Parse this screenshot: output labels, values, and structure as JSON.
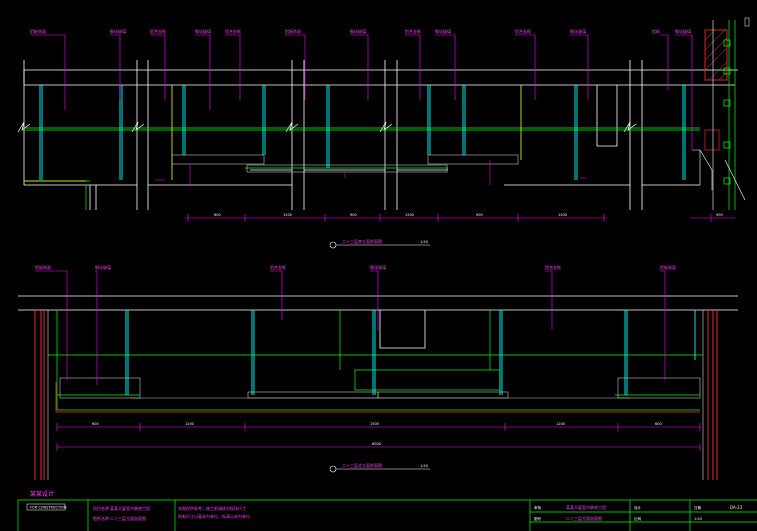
{
  "drawing": {
    "background": "#000000",
    "colors": {
      "wall": "#ffffff",
      "glass": "#00ffff",
      "mullion": "#00ff00",
      "annotation": "#ff00ff",
      "highlight": "#ffff00",
      "hatch": "#ff3030"
    }
  },
  "upper_section": {
    "title": "二十三层南立面剖面图",
    "scale": "1:50",
    "callouts": [
      "铝板饰面",
      "钢化玻璃",
      "铝合金框",
      "钢化玻璃",
      "铝合金框",
      "铝板饰面",
      "钢化玻璃",
      "铝合金框",
      "钢化玻璃",
      "铝合金框",
      "钢化玻璃",
      "铝板",
      "钢化玻璃"
    ],
    "dimensions": [
      "600",
      "1200",
      "900",
      "1200",
      "900",
      "1200",
      "900"
    ]
  },
  "lower_section": {
    "title": "二十三层北立面剖面图",
    "scale": "1:50",
    "callouts": [
      "铝板饰面",
      "钢化玻璃",
      "铝合金框",
      "钢化玻璃",
      "铝合金框",
      "铝板饰面"
    ],
    "dimensions": [
      "600",
      "1200",
      "1500",
      "1200",
      "600"
    ],
    "total_dimension": "6000"
  },
  "title_block": {
    "company": "某某设计",
    "company_sub": "FOR CONSTRUCTION",
    "project_label": "项目名称",
    "project_name": "某某大厦室内装修工程",
    "drawing_label": "图纸名称",
    "drawing_name": "二十三层立面剖面图",
    "note_1": "本图仅供参考，施工前请核对现场尺寸",
    "note_2": "所有尺寸以毫米为单位，标高以米为单位",
    "check_label": "审核",
    "design_label": "设计",
    "date_label": "日期",
    "sheet_label": "图号",
    "sheet_no": "DA-23",
    "scale_label": "比例",
    "scale_value": "1:50"
  }
}
